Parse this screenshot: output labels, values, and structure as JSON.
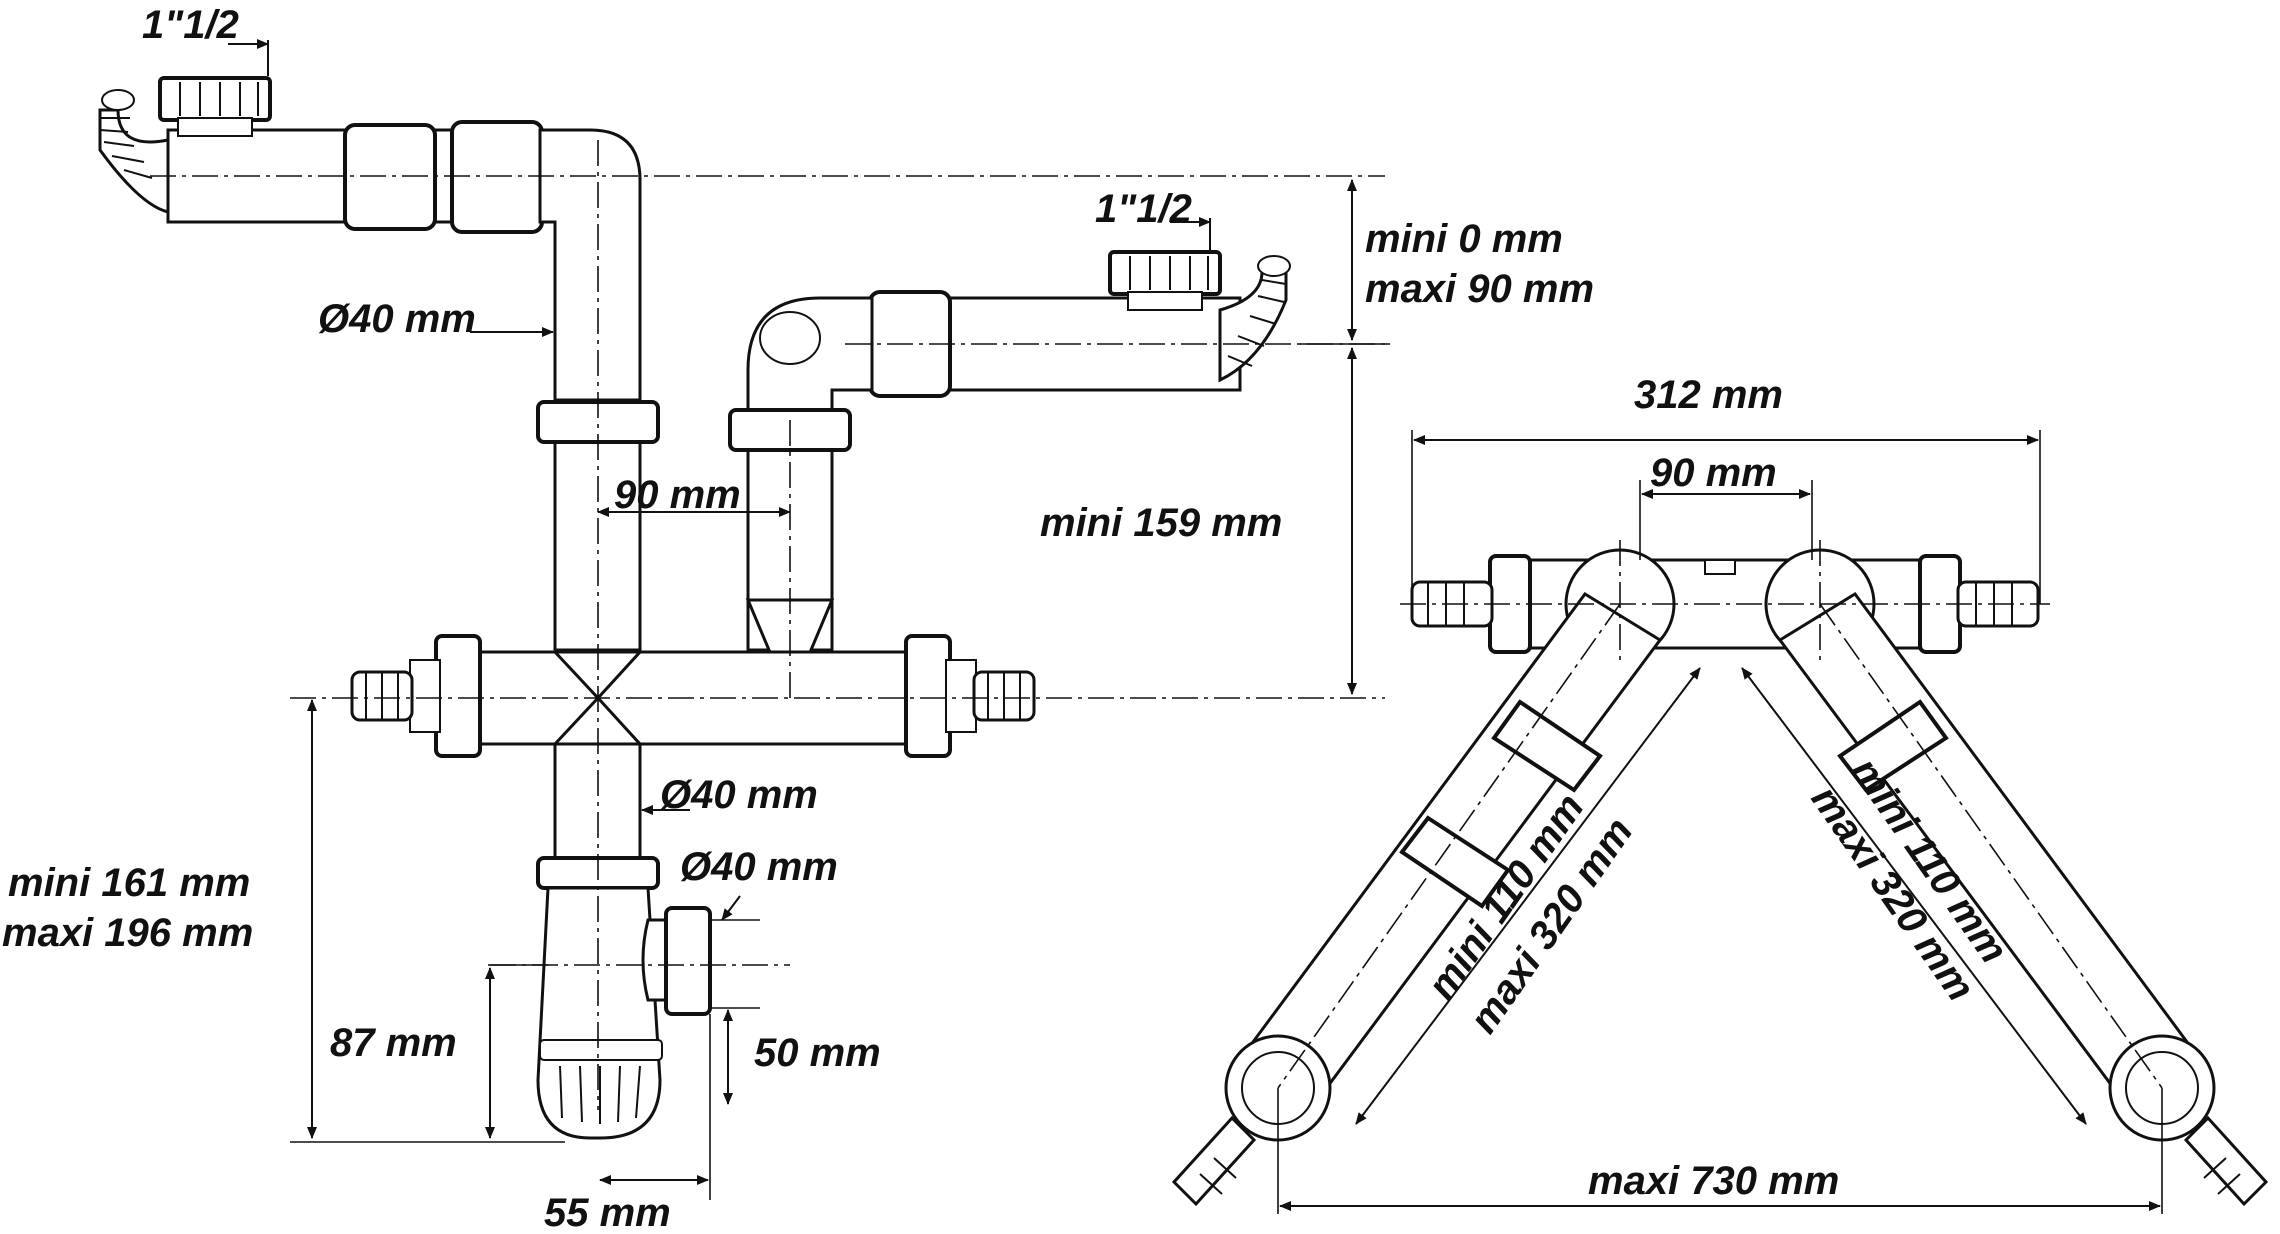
{
  "colors": {
    "ink": "#111111",
    "paper": "#ffffff"
  },
  "labels": {
    "thread_top_left": "1\"1/2",
    "thread_top_right": "1\"1/2",
    "height_offset_min": "mini 0 mm",
    "height_offset_max": "maxi 90 mm",
    "pipe_diameter_upper": "Ø40 mm",
    "inlet_spacing": "90 mm",
    "height_min": "mini 159 mm",
    "pipe_diameter_lower": "Ø40 mm",
    "outlet_diameter": "Ø40 mm",
    "drop_min": "mini 161 mm",
    "drop_max": "maxi 196 mm",
    "trap_height": "87 mm",
    "outlet_height": "50 mm",
    "trap_offset": "55 mm",
    "plan_width": "312 mm",
    "plan_spacing": "90 mm",
    "arm_left_min": "mini 110 mm",
    "arm_left_max": "maxi 320 mm",
    "arm_right_min": "mini 110 mm",
    "arm_right_max": "maxi 320 mm",
    "plan_total_max": "maxi 730 mm"
  }
}
